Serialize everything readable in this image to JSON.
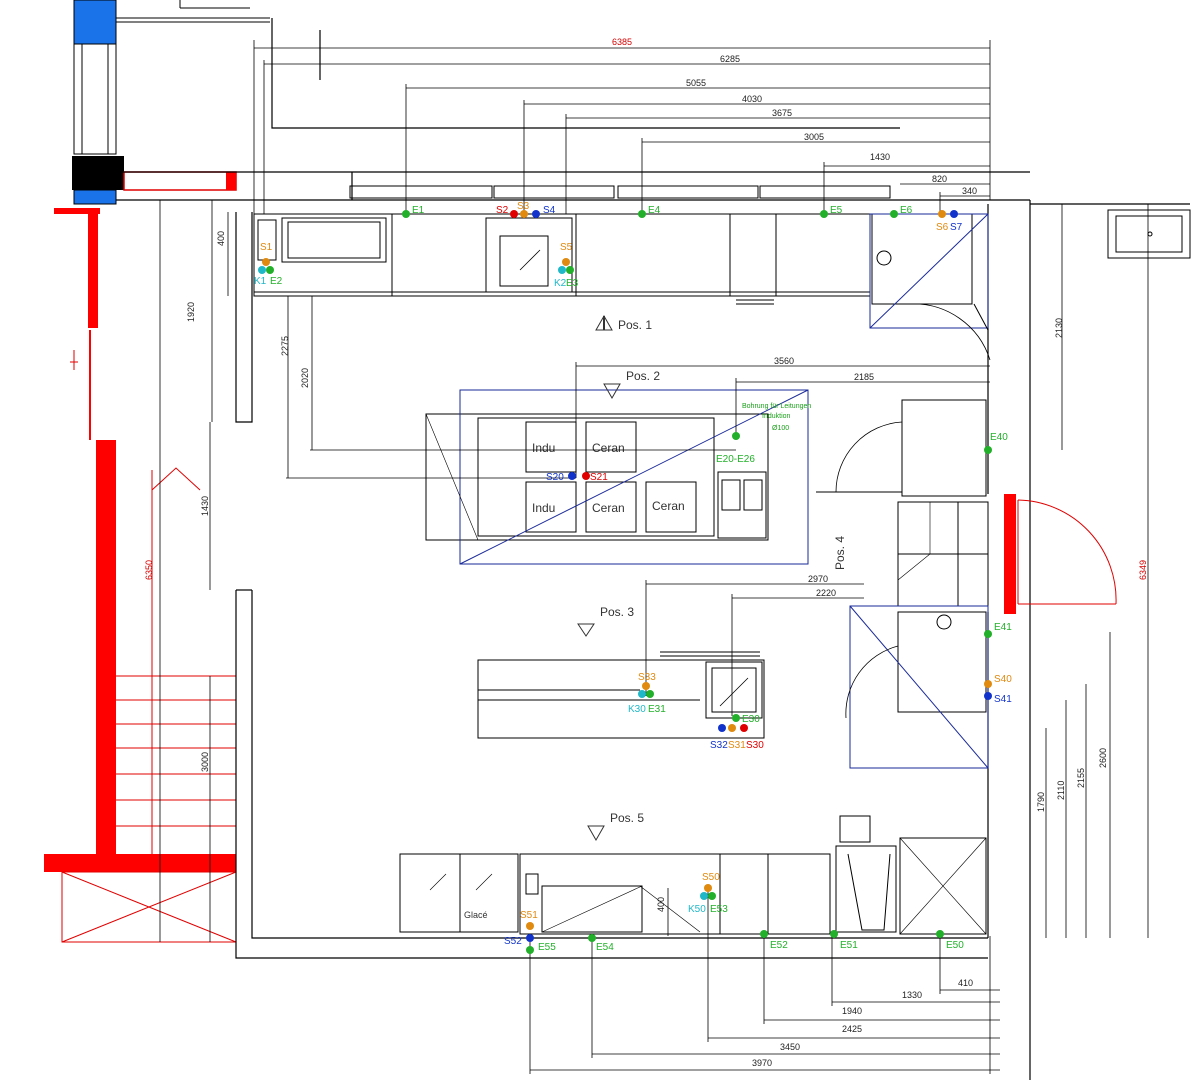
{
  "positions": [
    "Pos. 1",
    "Pos. 2",
    "Pos. 3",
    "Pos. 4",
    "Pos. 5"
  ],
  "equipment": {
    "indu": "Indu",
    "ceran": "Ceran",
    "glace": "Glacé"
  },
  "note": {
    "line1": "Bohrung für Leitungen",
    "line2": "Induktion",
    "line3": "Ø100"
  },
  "top_dims": [
    "6385",
    "6285",
    "5055",
    "4030",
    "3675",
    "3005",
    "1430",
    "820",
    "340"
  ],
  "middle_dims": [
    "3560",
    "2185",
    "2970",
    "2220"
  ],
  "bottom_dims": [
    "410",
    "1330",
    "1940",
    "2425",
    "3450",
    "3970"
  ],
  "vertical_dims": {
    "d400a": "400",
    "d1920": "1920",
    "d2275": "2275",
    "d2020": "2020",
    "d1430": "1430",
    "d6350": "6350",
    "d3000": "3000",
    "d2130": "2130",
    "d6349": "6349",
    "d2600": "2600",
    "d2155": "2155",
    "d2110": "2110",
    "d1790": "1790",
    "d400b": "400"
  },
  "labels": {
    "E1": "E1",
    "E2": "E2",
    "E3": "E3",
    "E4": "E4",
    "E5": "E5",
    "E6": "E6",
    "S1": "S1",
    "S2": "S2",
    "S3": "S3",
    "S4": "S4",
    "S5": "S5",
    "S6": "S6",
    "S7": "S7",
    "K1": "K1",
    "K2": "K2",
    "S20": "S20",
    "S21": "S21",
    "E20": "E20-E26",
    "E40": "E40",
    "E41": "E41",
    "S40": "S40",
    "S41": "S41",
    "S33": "S33",
    "K30": "K30",
    "E31": "E31",
    "E30": "E30",
    "S32": "S32",
    "S31": "S31",
    "S30": "S30",
    "S50": "S50",
    "K50": "K50",
    "E53": "E53",
    "S51": "S51",
    "S52": "S52",
    "E55": "E55",
    "E54": "E54",
    "E52": "E52",
    "E51": "E51",
    "E50": "E50"
  },
  "colors": {
    "electric": "#22b02a",
    "water_hot": "#e00000",
    "water_mix": "#e08a10",
    "water_cold": "#1133cc",
    "cooling": "#1fb8c8",
    "wall": "#ff0000",
    "hood": "#1a2a9a"
  }
}
